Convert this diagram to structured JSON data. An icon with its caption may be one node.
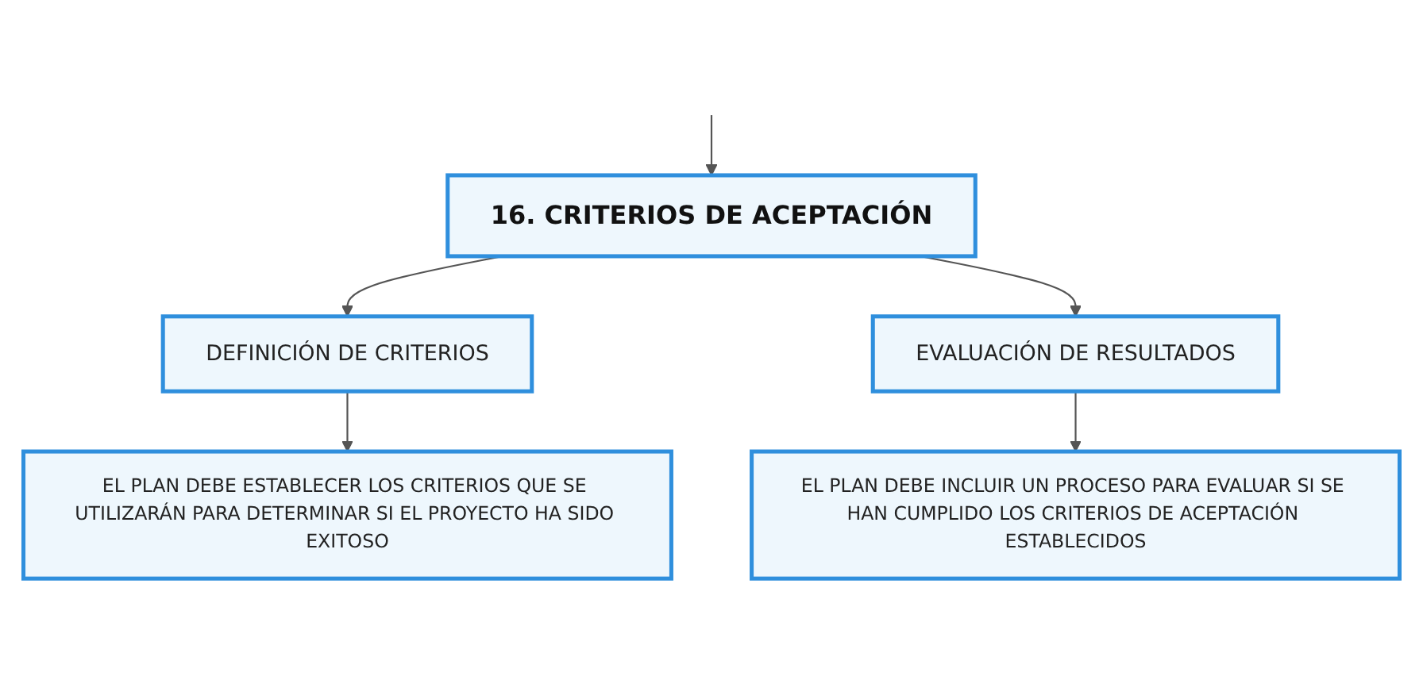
{
  "diagram": {
    "nodes": [
      {
        "text": [
          "16. CRITERIOS DE ACEPTACIÓN"
        ]
      },
      {
        "text": [
          "DEFINICIÓN DE CRITERIOS"
        ]
      },
      {
        "text": [
          "EVALUACIÓN DE RESULTADOS"
        ]
      },
      {
        "text": [
          "EL PLAN DEBE ESTABLECER LOS CRITERIOS QUE SE UTILIZARÁN PARA DETERMINAR SI EL PROYECTO HA SIDO EXITOSO"
        ]
      },
      {
        "text": [
          "EL PLAN DEBE INCLUIR UN PROCESO PARA EVALUAR SI SE HAN CUMPLIDO LOS CRITERIOS DE ACEPTACIÓN ESTABLECIDOS"
        ]
      }
    ],
    "edges": [
      {
        "from": null,
        "to": 0,
        "arrow": "to"
      },
      {
        "from": 0,
        "to": 1,
        "arrow": "to"
      },
      {
        "from": 0,
        "to": 2,
        "arrow": "to"
      },
      {
        "from": 1,
        "to": 3,
        "arrow": "to"
      },
      {
        "from": 2,
        "to": 4,
        "arrow": "to"
      }
    ]
  }
}
